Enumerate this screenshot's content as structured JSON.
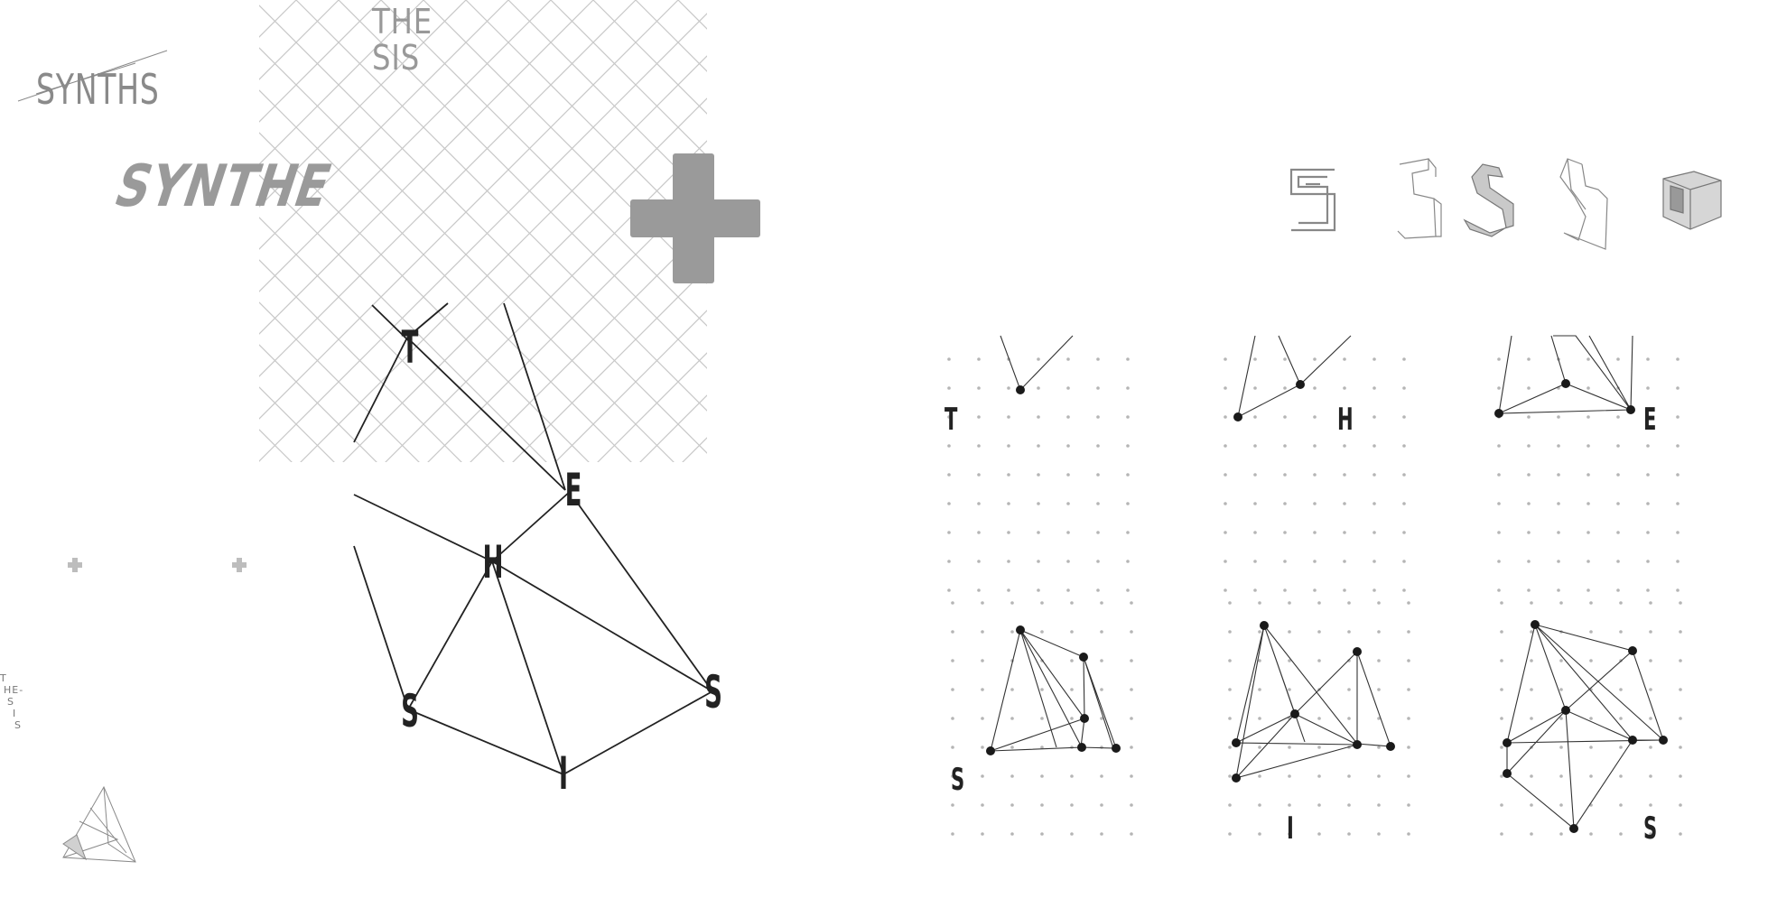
{
  "sketches": {
    "synths_label": "SYNTHS",
    "synthe_label": "SYNTHE",
    "thesis_top_1": "THE",
    "thesis_top_2": "SIS",
    "thesis_side": [
      "T",
      "HE-",
      "S",
      "I",
      "S"
    ]
  },
  "main_graph": {
    "letters": [
      "T",
      "H",
      "E",
      "S",
      "I",
      "S"
    ]
  },
  "panels": [
    {
      "letter": "T"
    },
    {
      "letter": "H"
    },
    {
      "letter": "E"
    },
    {
      "letter": "S"
    },
    {
      "letter": "I"
    },
    {
      "letter": "S"
    }
  ],
  "colors": {
    "ink": "#222222",
    "grid": "#c8c8c8",
    "plus": "#9a9a9a",
    "dots": "#b5b5b5"
  }
}
